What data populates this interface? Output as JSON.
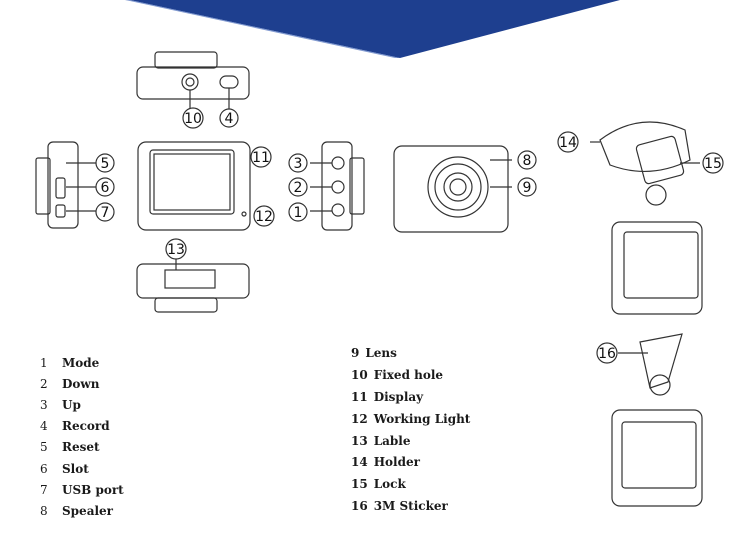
{
  "colors": {
    "banner": "#1e3f8f",
    "line": "#333333"
  },
  "callouts": [
    "1",
    "2",
    "3",
    "4",
    "5",
    "6",
    "7",
    "8",
    "9",
    "10",
    "11",
    "12",
    "13",
    "14",
    "15",
    "16"
  ],
  "legend": {
    "left": [
      {
        "num": "1",
        "label": "Mode"
      },
      {
        "num": "2",
        "label": "Down"
      },
      {
        "num": "3",
        "label": "Up"
      },
      {
        "num": "4",
        "label": "Record"
      },
      {
        "num": "5",
        "label": "Reset"
      },
      {
        "num": "6",
        "label": "Slot"
      },
      {
        "num": "7",
        "label": "USB port"
      },
      {
        "num": "8",
        "label": "Spealer"
      }
    ],
    "right": [
      {
        "num": "9",
        "label": "Lens"
      },
      {
        "num": "10",
        "label": "Fixed hole"
      },
      {
        "num": "11",
        "label": "Display"
      },
      {
        "num": "12",
        "label": "Working Light"
      },
      {
        "num": "13",
        "label": "Lable"
      },
      {
        "num": "14",
        "label": "Holder"
      },
      {
        "num": "15",
        "label": "Lock"
      },
      {
        "num": "16",
        "label": "3M Sticker"
      }
    ]
  }
}
